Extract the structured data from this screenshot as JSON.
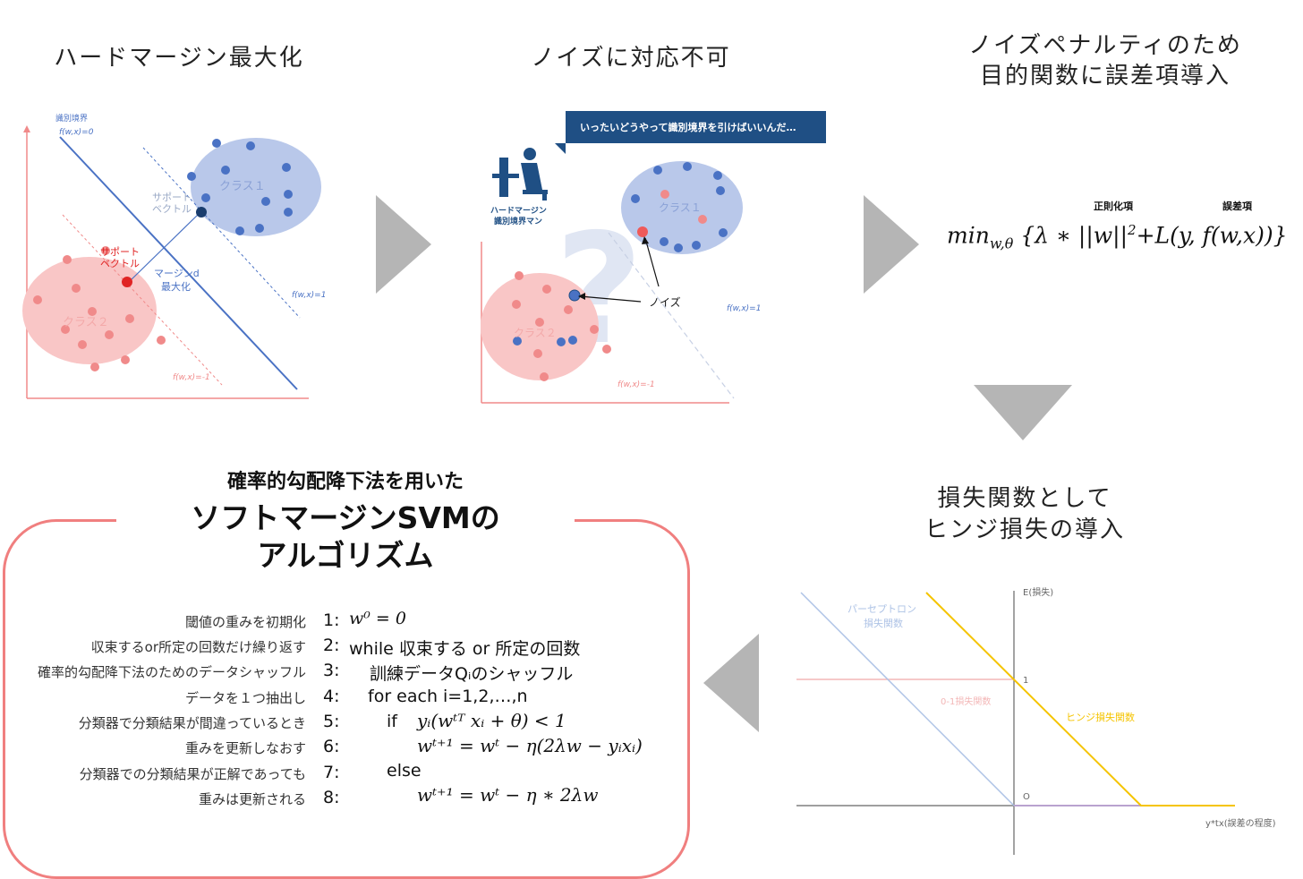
{
  "titles": {
    "p1": "ハードマージン最大化",
    "p2": "ノイズに対応不可",
    "p3_l1": "ノイズペナルティのため",
    "p3_l2": "目的関数に誤差項導入",
    "p4_l1": "損失関数として",
    "p4_l2": "ヒンジ損失の導入",
    "p5_l1": "確率的勾配降下法を用いた",
    "p5_l2": "ソフトマージンSVMの",
    "p5_l3": "アルゴリズム"
  },
  "panel1": {
    "boundary": "識別境界",
    "boundary_eq": "f(w,x)=0",
    "class1": "クラス１",
    "class2": "クラス２",
    "sv_blue_l1": "サポート",
    "sv_blue_l2": "ベクトル",
    "sv_red_l1": "サポート",
    "sv_red_l2": "ベクトル",
    "margin_l1": "マージンd",
    "margin_l2": "最大化",
    "f_pos": "f(w,x)=1",
    "f_neg": "f(w,x)=-1"
  },
  "panel2": {
    "speech": "いったいどうやって識別境界を引けばいいんだ…",
    "man_l1": "ハードマージン",
    "man_l2": "識別境界マン",
    "class1": "クラス１",
    "class2": "クラス２",
    "noise": "ノイズ",
    "f_pos": "f(w,x)=1",
    "f_neg": "f(w,x)=-1",
    "question": "?"
  },
  "panel3": {
    "reg_label": "正則化項",
    "err_label": "誤差項",
    "formula": "min_{w,θ} {λ ∗ ||w||² + L(y, f(w,x))}"
  },
  "panel4": {
    "yaxis": "E(損失)",
    "xaxis": "y*tx(誤差の程度)",
    "perceptron_l1": "パーセプトロン",
    "perceptron_l2": "損失関数",
    "zero_one": "0-1損失関数",
    "hinge": "ヒンジ損失関数",
    "one": "1",
    "origin": "O"
  },
  "algorithm": {
    "lines": [
      {
        "num": "1:",
        "comment": "閾値の重みを初期化"
      },
      {
        "num": "2:",
        "comment": "収束するor所定の回数だけ繰り返す",
        "code": "while 収束する or 所定の回数"
      },
      {
        "num": "3:",
        "comment": "確率的勾配降下法のためのデータシャッフル",
        "code": "訓練データQᵢのシャッフル"
      },
      {
        "num": "4:",
        "comment": "データを１つ抽出し",
        "code": "for each i=1,2,…,n"
      },
      {
        "num": "5:",
        "comment": "分類器で分類結果が間違っているとき",
        "code": "if"
      },
      {
        "num": "6:",
        "comment": "重みを更新しなおす"
      },
      {
        "num": "7:",
        "comment": "分類器での分類結果が正解であっても",
        "code": "else"
      },
      {
        "num": "8:",
        "comment": "重みは更新される"
      }
    ],
    "code1": "w⁰ = 0",
    "code5": "yᵢ(wᵗᵀ xᵢ + θ) < 1",
    "code6": "wᵗ⁺¹ = wᵗ − η(2λw − yᵢxᵢ)",
    "code8": "wᵗ⁺¹ = wᵗ − η ∗ 2λw"
  },
  "colors": {
    "arrow": "#b5b5b5",
    "blue": "#4a72c4",
    "red": "#ef5a5a",
    "algo_border": "#f07f7f",
    "hinge": "#f5c400"
  }
}
